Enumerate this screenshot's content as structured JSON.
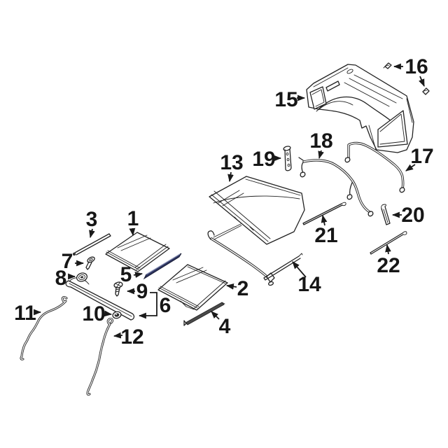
{
  "figure": {
    "type": "exploded-parts-line-diagram",
    "background_color": "#ffffff",
    "line_color": "#222222",
    "highlight_color": "#2d3460",
    "highlighted_callout": "5",
    "labels": {
      "p1": "1",
      "p2": "2",
      "p3": "3",
      "p4": "4",
      "p5": "5",
      "p6": "6",
      "p7": "7",
      "p8": "8",
      "p9": "9",
      "p10": "10",
      "p11": "11",
      "p12": "12",
      "p13": "13",
      "p14": "14",
      "p15": "15",
      "p16": "16",
      "p17": "17",
      "p18": "18",
      "p19": "19",
      "p20": "20",
      "p21": "21",
      "p22": "22"
    }
  }
}
